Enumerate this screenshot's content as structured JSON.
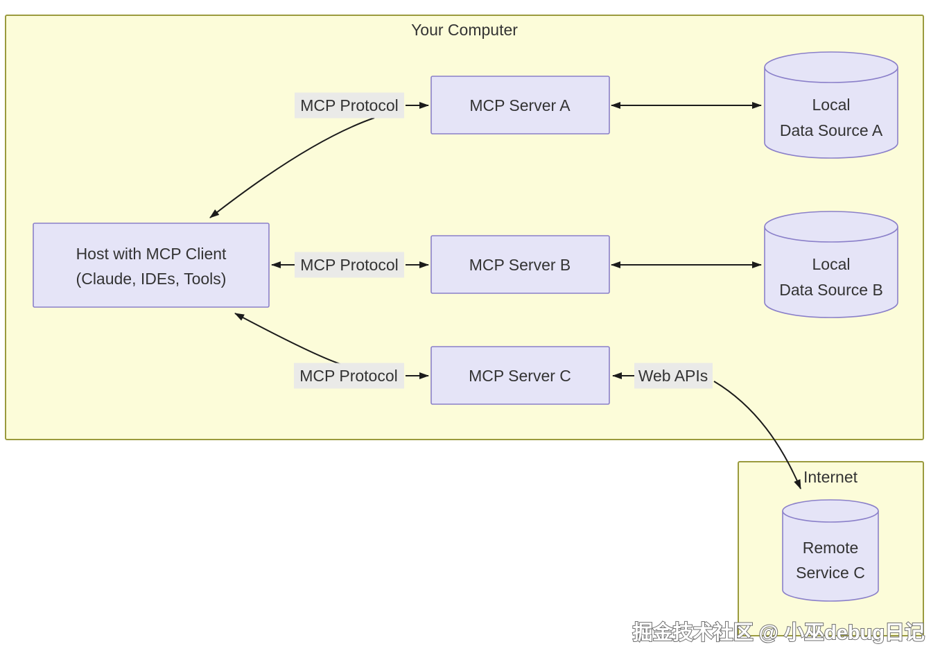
{
  "colors": {
    "page_bg": "#ffffff",
    "container_fill": "#fcfcd9",
    "container_border": "#9a9a3d",
    "node_fill": "#e5e4f7",
    "node_border": "#8a7fc9",
    "label_bg": "#e8e8e8",
    "text_color": "#333333",
    "edge_color": "#1b1b1b",
    "watermark_fill": "#ffffff",
    "watermark_stroke": "#6f6f6f"
  },
  "containers": {
    "your_computer": {
      "title": "Your Computer"
    },
    "internet": {
      "title": "Internet"
    }
  },
  "nodes": {
    "host": {
      "line1": "Host with MCP Client",
      "line2": "(Claude, IDEs, Tools)"
    },
    "server_a": {
      "label": "MCP Server A"
    },
    "server_b": {
      "label": "MCP Server B"
    },
    "server_c": {
      "label": "MCP Server C"
    },
    "data_source_a": {
      "line1": "Local",
      "line2": "Data Source A"
    },
    "data_source_b": {
      "line1": "Local",
      "line2": "Data Source B"
    },
    "remote_service_c": {
      "line1": "Remote",
      "line2": "Service C"
    }
  },
  "edge_labels": {
    "protocol_a": "MCP Protocol",
    "protocol_b": "MCP Protocol",
    "protocol_c": "MCP Protocol",
    "web_apis": "Web APIs"
  },
  "watermark": {
    "text": "掘金技术社区 @ 小巫debug日记"
  }
}
